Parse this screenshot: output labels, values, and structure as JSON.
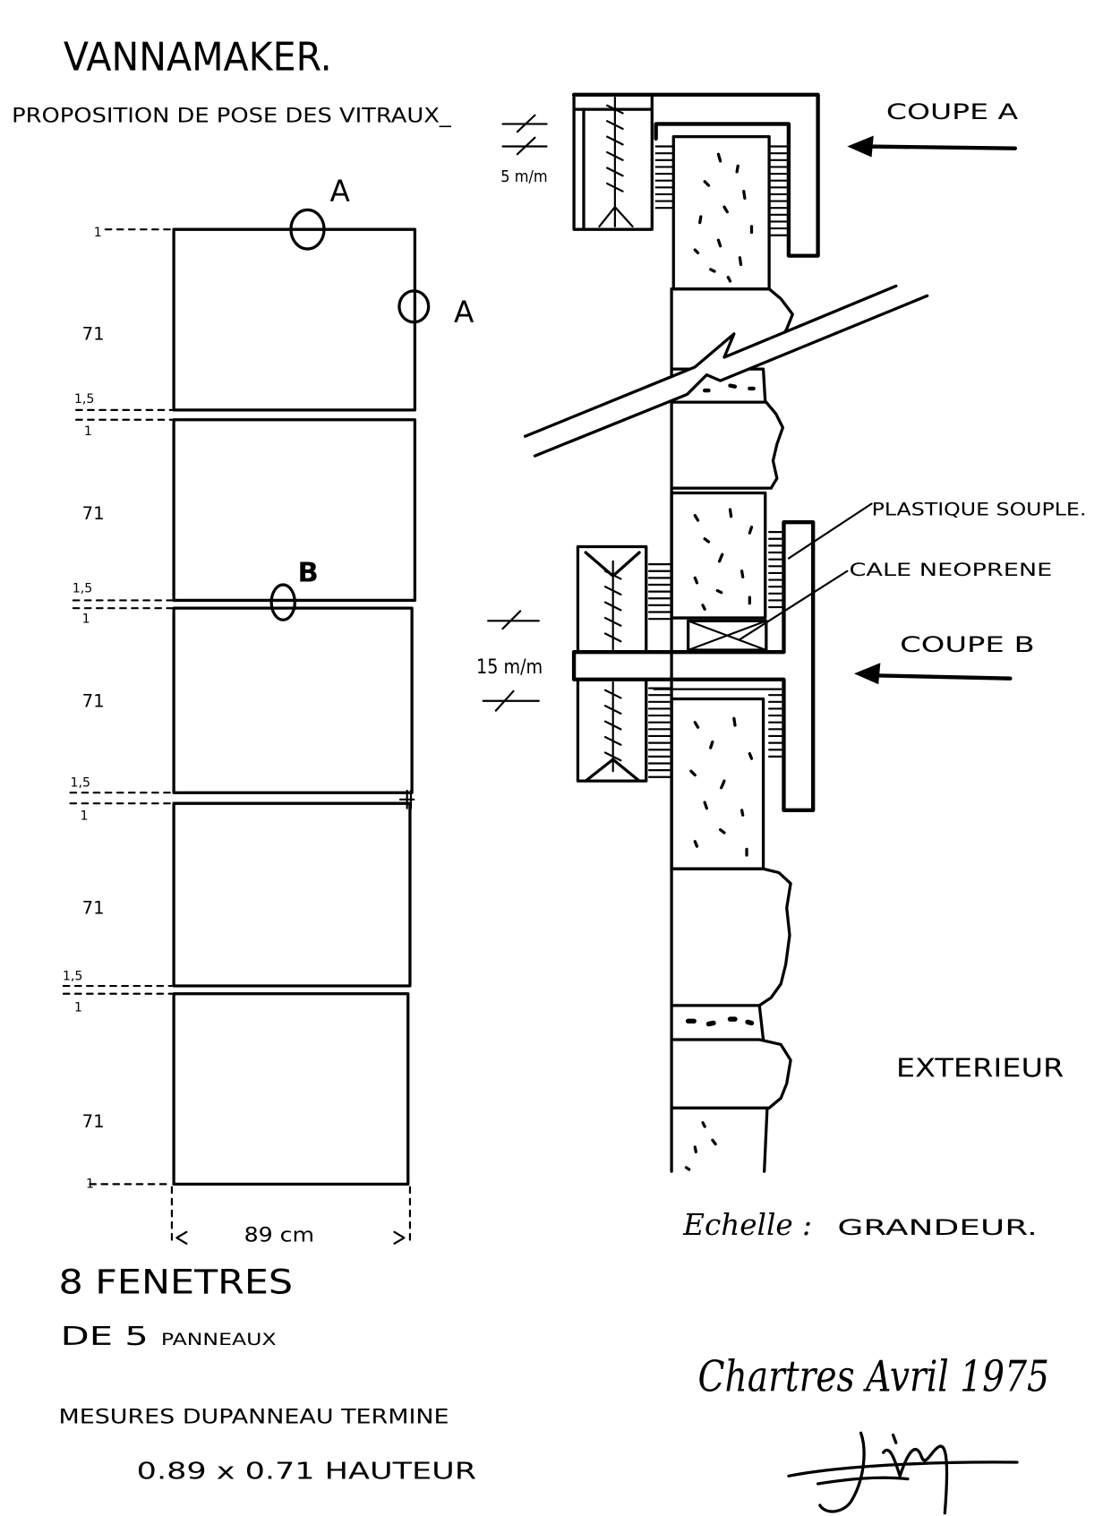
{
  "title": "VANNAMAKER.",
  "subtitle": "PROPOSITION DE POSE DES VITRAUX_",
  "elevation": {
    "markers": [
      "A",
      "A",
      "B"
    ],
    "edge_labels": [
      "1",
      "1"
    ],
    "panel_height_labels": [
      "71",
      "71",
      "71",
      "71",
      "71"
    ],
    "gap_labels": [
      "1,5",
      "1,5",
      "1,5",
      "1,5"
    ],
    "gap_sub_labels": [
      "1",
      "1",
      "1",
      "1"
    ],
    "width_label": "89 cm"
  },
  "notes": {
    "count": "8 FENETRES",
    "panels_prefix": "DE 5",
    "panels_word": "PANNEAUX",
    "measure_title": "MESURES DUPANNEAU TERMINE",
    "measure_value": "0.89 x 0.71 HAUTEUR"
  },
  "section": {
    "coupe_a": "COUPE A",
    "coupe_b": "COUPE B",
    "dim_a": "5 m/m",
    "dim_b": "15 m/m",
    "plastic": "PLASTIQUE SOUPLE.",
    "neoprene": "CALE NEOPRENE",
    "exterior": "EXTERIEUR",
    "scale_word": "Echelle :",
    "scale_value": "GRANDEUR."
  },
  "place_date": "Chartres Avril 1975"
}
